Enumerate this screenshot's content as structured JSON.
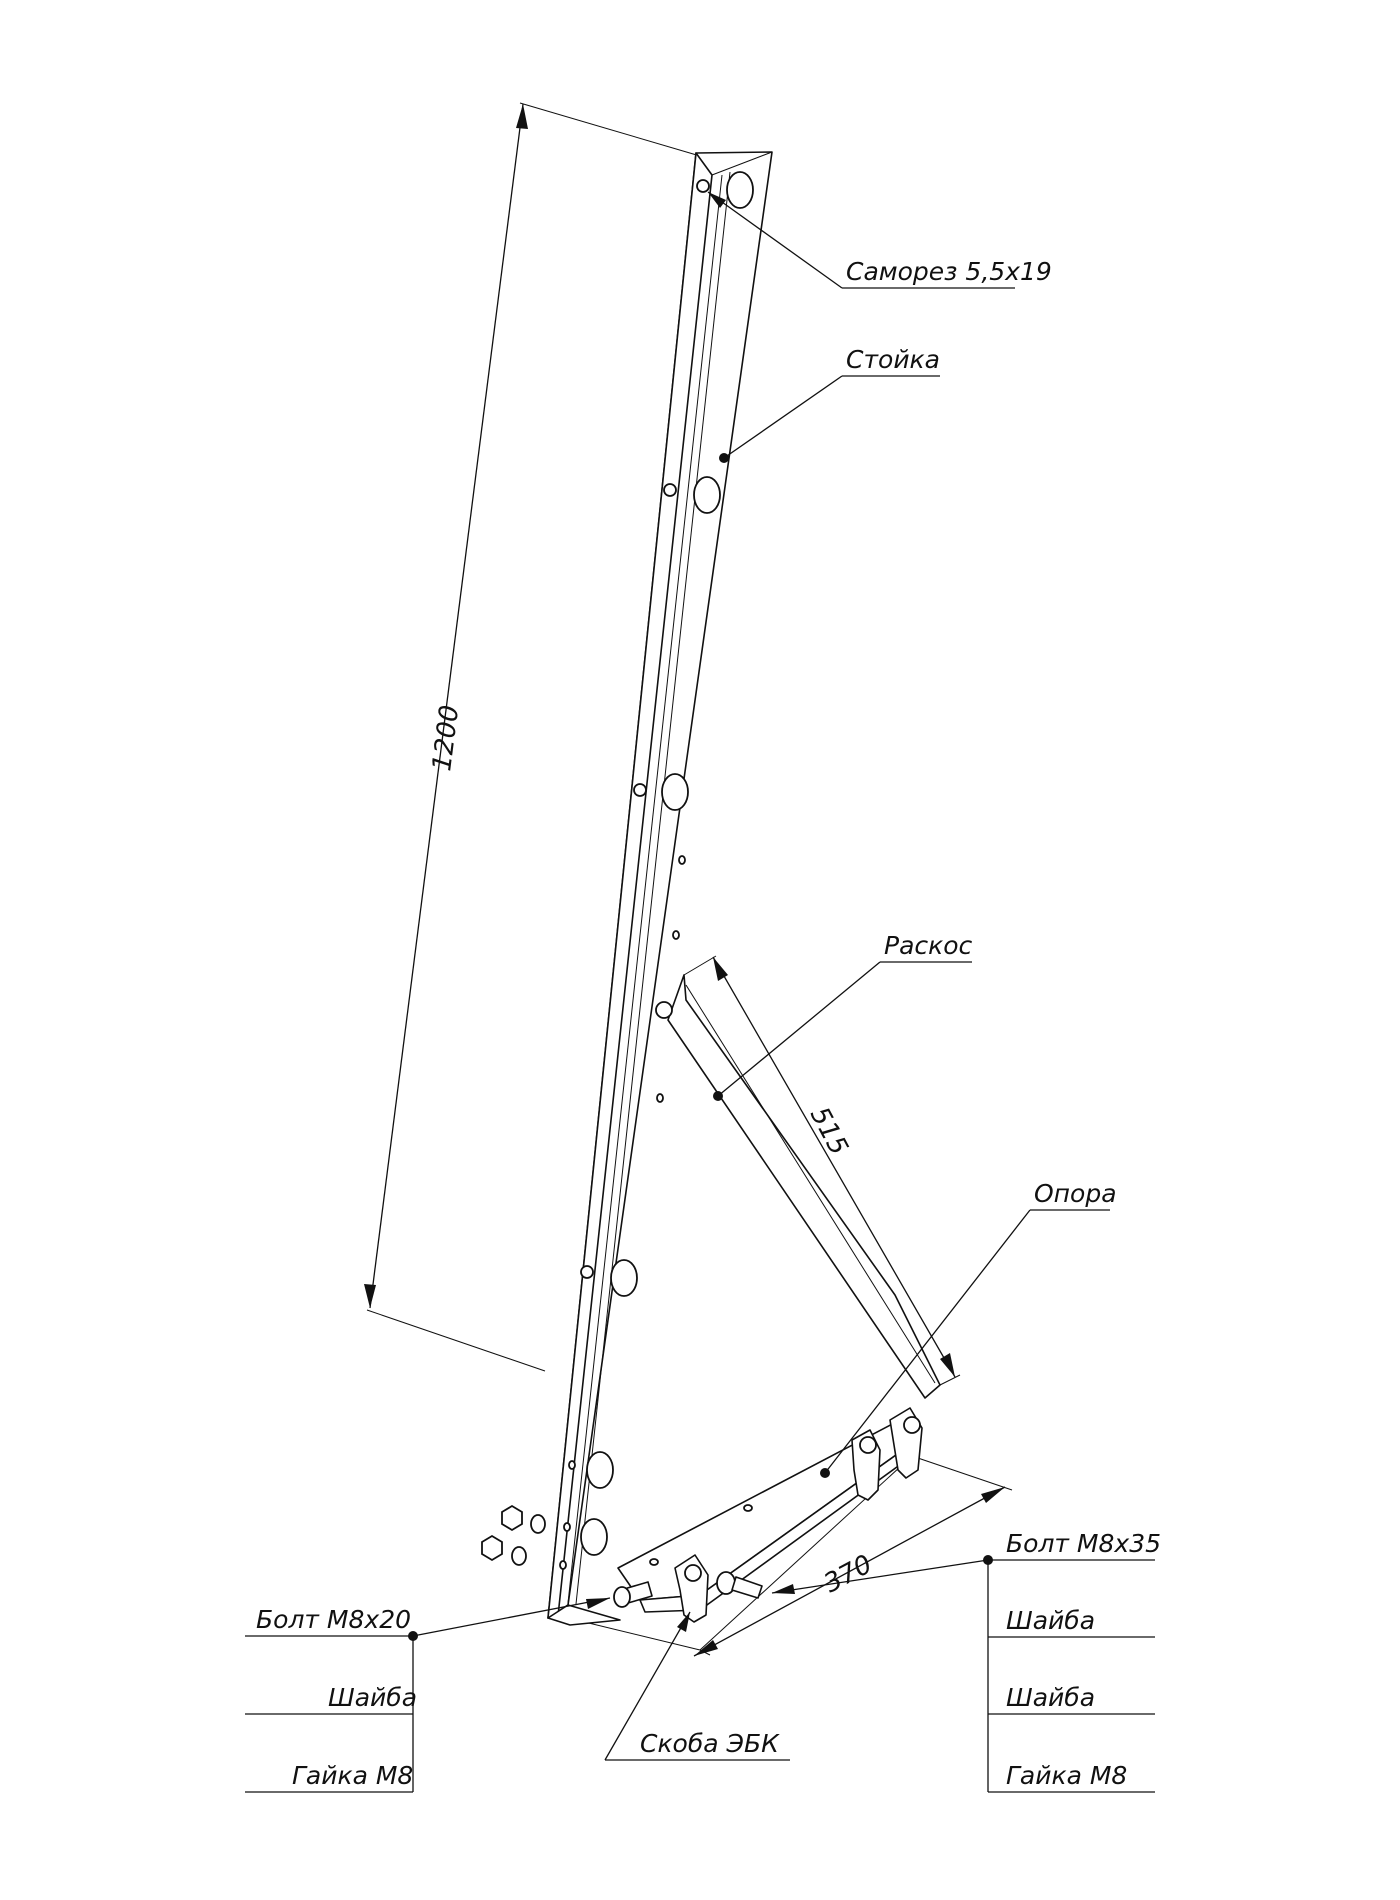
{
  "dimensions": {
    "height": "1200",
    "brace_length": "515",
    "support_length": "370"
  },
  "labels": {
    "screw": "Саморез 5,5х19",
    "post": "Стойка",
    "brace": "Раскос",
    "support": "Опора",
    "clamp": "Скоба ЭБК",
    "left_callout": [
      "Болт М8х20",
      "Шайба",
      "Гайка М8"
    ],
    "right_callout": [
      "Болт М8х35",
      "Шайба",
      "Шайба",
      "Гайка М8"
    ]
  }
}
